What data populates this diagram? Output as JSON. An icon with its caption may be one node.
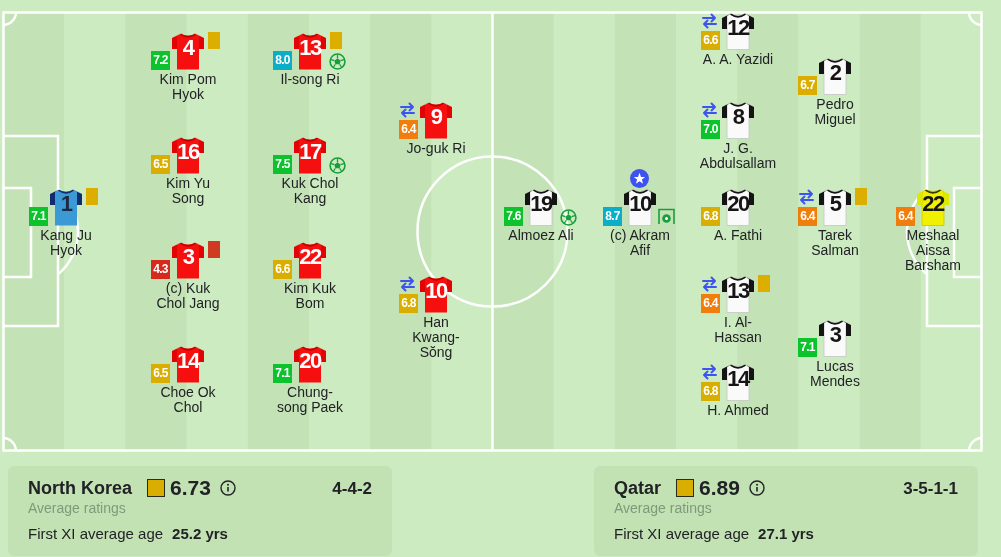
{
  "diagram": {
    "nodes": [
      {
        "text": [
          "1",
          "7.1",
          "Kang Ju Hyok"
        ]
      },
      {
        "text": [
          "4",
          "7.2",
          "Kim Pom Hyok"
        ]
      },
      {
        "text": [
          "16",
          "6.5",
          "Kim Yu Song"
        ]
      },
      {
        "text": [
          "3",
          "4.3",
          "(c) Kuk Chol Jang"
        ]
      },
      {
        "text": [
          "14",
          "6.5",
          "Choe Ok Chol"
        ]
      },
      {
        "text": [
          "13",
          "8.0",
          "Il-song Ri"
        ]
      },
      {
        "text": [
          "17",
          "7.5",
          "Kuk Chol Kang"
        ]
      },
      {
        "text": [
          "22",
          "6.6",
          "Kim Kuk Bom"
        ]
      },
      {
        "text": [
          "20",
          "7.1",
          "Chung-song Paek"
        ]
      },
      {
        "text": [
          "9",
          "6.4",
          "Jo-guk Ri"
        ]
      },
      {
        "text": [
          "10",
          "6.8",
          "Han Kwang-Sŏng"
        ]
      },
      {
        "text": [
          "19",
          "7.6",
          "Almoez Ali"
        ]
      },
      {
        "text": [
          "10",
          "8.7",
          "(c) Akram Afif"
        ]
      },
      {
        "text": [
          "12",
          "6.6",
          "A. A. Yazidi"
        ]
      },
      {
        "text": [
          "8",
          "7.0",
          "J. G. Abdulsallam"
        ]
      },
      {
        "text": [
          "20",
          "6.8",
          "A. Fathi"
        ]
      },
      {
        "text": [
          "13",
          "6.4",
          "I. Al-Hassan"
        ]
      },
      {
        "text": [
          "14",
          "6.8",
          "H. Ahmed"
        ]
      },
      {
        "text": [
          "2",
          "6.7",
          "Pedro Miguel"
        ]
      },
      {
        "text": [
          "5",
          "6.4",
          "Tarek Salman"
        ]
      },
      {
        "text": [
          "3",
          "7.1",
          "Lucas Mendes"
        ]
      },
      {
        "text": [
          "22",
          "6.4",
          "Meshaal Aissa Barsham"
        ]
      },
      {
        "text": [
          "North Korea",
          "6.73",
          "4-4-2",
          "Average ratings",
          "First XI average age",
          "25.2 yrs"
        ]
      },
      {
        "text": [
          "Qatar",
          "6.89",
          "3-5-1-1",
          "Average ratings",
          "First XI average age",
          "27.1 yrs"
        ]
      }
    ]
  }
}
